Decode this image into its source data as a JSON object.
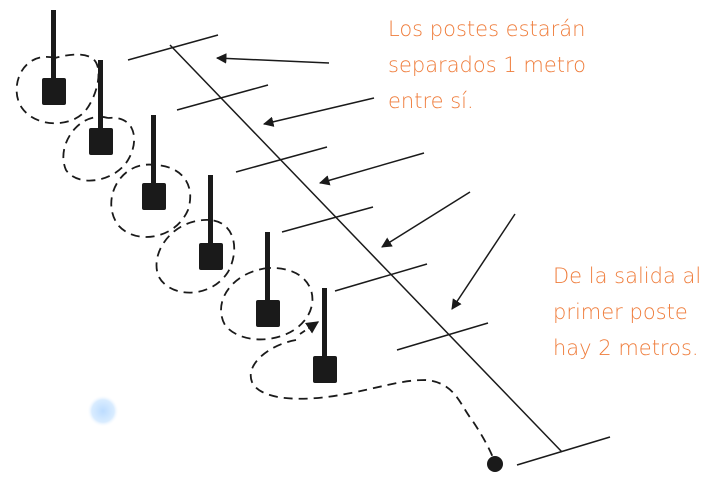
{
  "annotations": {
    "spacing_note": [
      "Los postes estarán",
      "separados 1 metro",
      "entre sí."
    ],
    "start_note": [
      "De la salida al",
      "primer poste",
      "hay 2 metros."
    ]
  },
  "colors": {
    "annotation_text": "#ef7d3c",
    "ink": "#1a1a1a",
    "accent_dot": "#cfe6ff"
  }
}
